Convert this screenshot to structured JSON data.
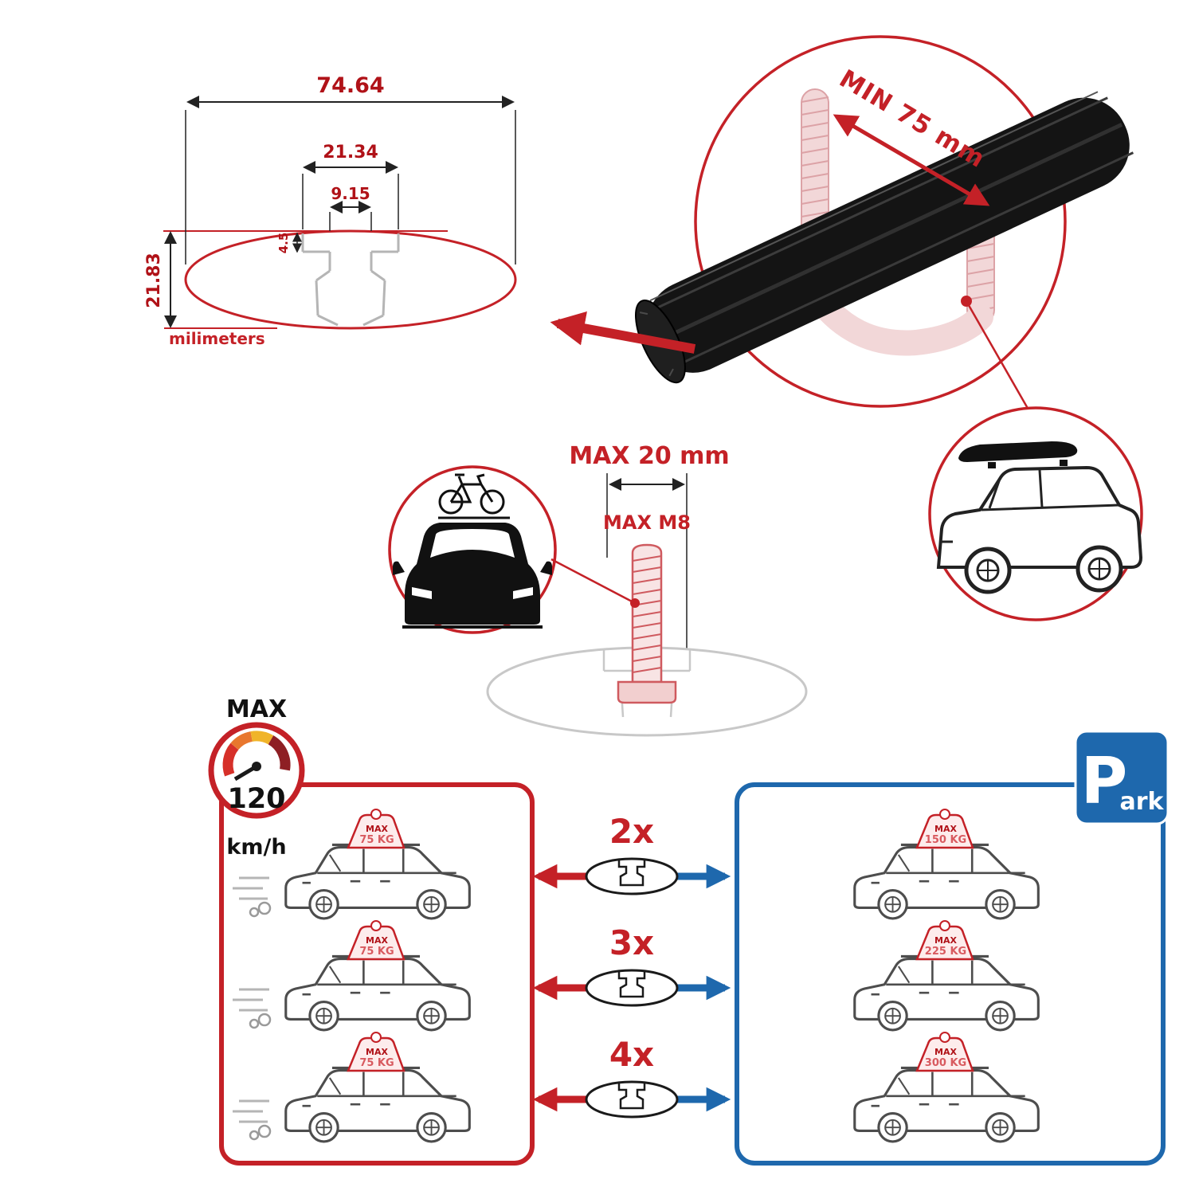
{
  "profile_drawing": {
    "total_width": "74.64",
    "slot_outer_width": "21.34",
    "slot_inner_width": "9.15",
    "lip_depth": "4.5",
    "total_height": "21.83",
    "units_label": "milimeters"
  },
  "crossbar_detail": {
    "min_span_label": "MIN 75 mm"
  },
  "bolt_detail": {
    "max_width_label": "MAX 20 mm",
    "max_thread_label": "MAX M8"
  },
  "speed_limit": {
    "label": "MAX",
    "value": "120",
    "units": "km/h"
  },
  "park_sign": {
    "p": "P",
    "ark": "ark"
  },
  "rows": [
    {
      "multiplier": "2x",
      "left_max": "MAX",
      "left_load": "75 KG",
      "right_max": "MAX",
      "right_load": "150 KG"
    },
    {
      "multiplier": "3x",
      "left_max": "MAX",
      "left_load": "75 KG",
      "right_max": "MAX",
      "right_load": "225 KG"
    },
    {
      "multiplier": "4x",
      "left_max": "MAX",
      "left_load": "75 KG",
      "right_max": "MAX",
      "right_load": "300 KG"
    }
  ],
  "colors": {
    "accent_red": "#c42127",
    "accent_blue": "#1e68ad",
    "ghost_pink": "#f2d7d8",
    "bar_black": "#141414"
  }
}
